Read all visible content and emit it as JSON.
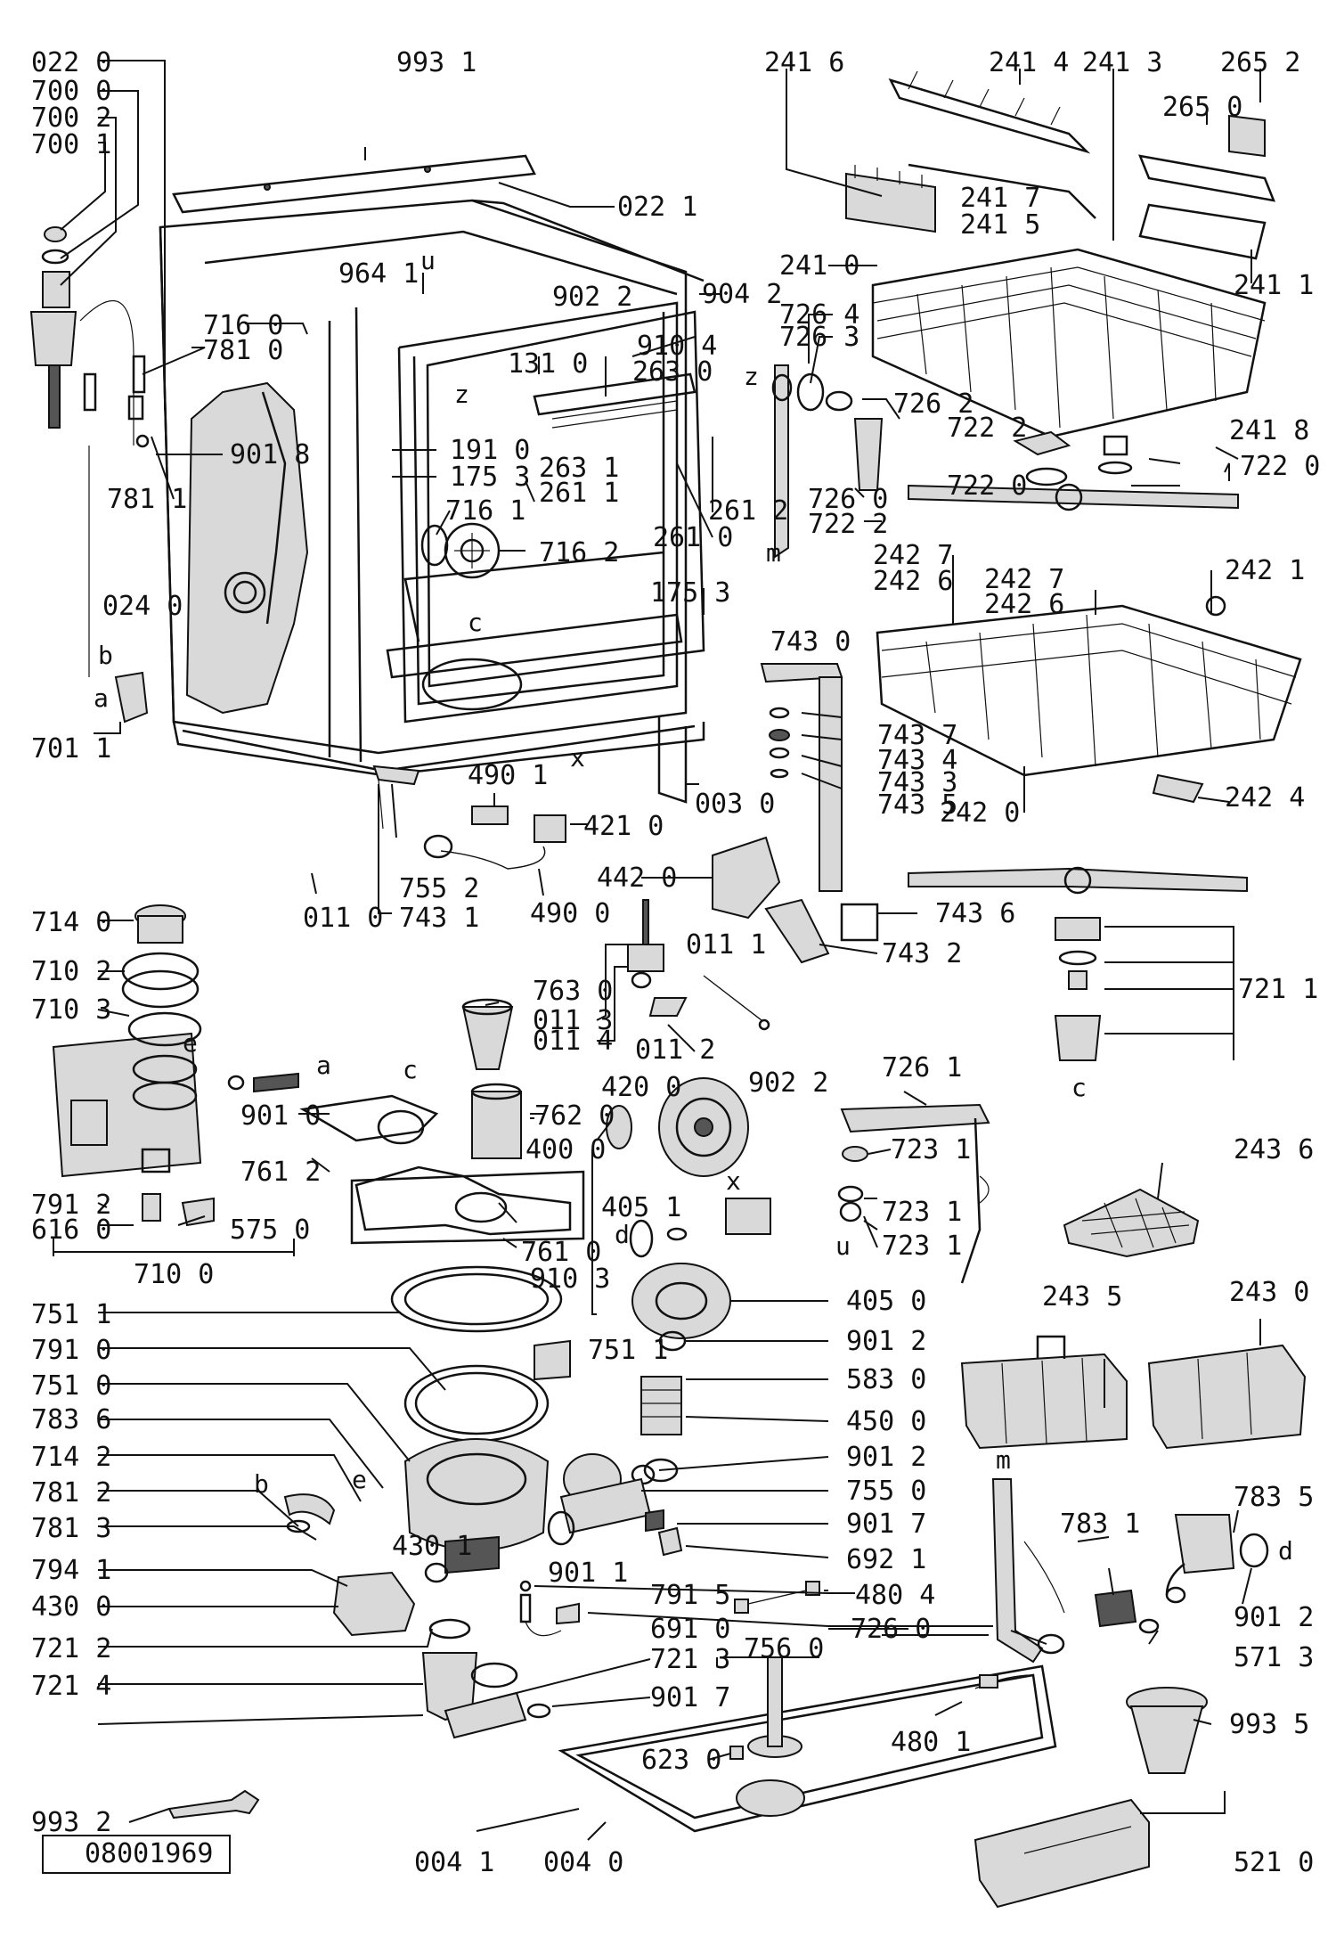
{
  "labels": {
    "l0220": "022 0",
    "l7000": "700 0",
    "l7002": "700 2",
    "l7001": "700 1",
    "l9931": "993 1",
    "l0221": "022 1",
    "l2416": "241 6",
    "l2414": "241 4",
    "l2413": "241 3",
    "l2652": "265 2",
    "l2650": "265 0",
    "l2417": "241 7",
    "l2415": "241 5",
    "l2410": "241 0",
    "l2411": "241 1",
    "l9641": "964 1",
    "l9022": "902 2",
    "l9042": "904 2",
    "l7264": "726 4",
    "l7263": "726 3",
    "l9104": "910 4",
    "l2630": "263 0",
    "l1310": "131 0",
    "l7160": "716 0",
    "l7810": "781 0",
    "l9018": "901 8",
    "l7811": "781 1",
    "l1910": "191 0",
    "l1753": "175 3",
    "l7161": "716 1",
    "l2631": "263 1",
    "l2611": "261 1",
    "l2612": "261 2",
    "l2610": "261 0",
    "l7162": "716 2",
    "l7262": "726 2",
    "l7260": "726 0",
    "l7222": "722 2",
    "l7222b": "722 2",
    "l2418": "241 8",
    "l7220": "722 0",
    "l7220b": "722 0",
    "l1753b": "175 3",
    "l0240": "024 0",
    "l7430": "743 0",
    "l7437": "743 7",
    "l7434": "743 4",
    "l7433": "743 3",
    "l7435": "743 5",
    "l2427": "242 7",
    "l2426": "242 6",
    "l2427b": "242 7",
    "l2426b": "242 6",
    "l2421": "242 1",
    "l2420": "242 0",
    "l2424": "242 4",
    "l7011": "701 1",
    "l4901": "490 1",
    "l4210": "421 0",
    "l0030": "003 0",
    "l7552": "755 2",
    "l7431": "743 1",
    "l0110": "011 0",
    "l4900": "490 0",
    "l4420": "442 0",
    "l7436": "743 6",
    "l7432": "743 2",
    "l7211": "721 1",
    "l7140": "714 0",
    "l7102": "710 2",
    "l7103": "710 3",
    "l7630": "763 0",
    "l0113": "011 3",
    "l0114": "011 4",
    "l0111": "011 1",
    "l0112": "011 2",
    "l9022b": "902 2",
    "l7261": "726 1",
    "l9010": "901 0",
    "l7612": "761 2",
    "l7620": "762 0",
    "l4200": "420 0",
    "l4000": "400 0",
    "l7231": "723 1",
    "l2436": "243 6",
    "l7912": "791 2",
    "l6160": "616 0",
    "l5750": "575 0",
    "l7231b": "723 1",
    "l7231c": "723 1",
    "l4051": "405 1",
    "l7610": "761 0",
    "l9103": "910 3",
    "l7100": "710 0",
    "l7511": "751 1",
    "l4050": "405 0",
    "l2435": "243 5",
    "l2430": "243 0",
    "l7910": "791 0",
    "l7511b": "751 1",
    "l9012": "901 2",
    "l7510": "751 0",
    "l5830": "583 0",
    "l7836": "783 6",
    "l4500": "450 0",
    "l7142": "714 2",
    "l9012b": "901 2",
    "l7812": "781 2",
    "l7550": "755 0",
    "l7835": "783 5",
    "l7813": "781 3",
    "l9017": "901 7",
    "l7831": "783 1",
    "l7941": "794 1",
    "l4301": "430 1",
    "l6921": "692 1",
    "l4300": "430 0",
    "l9011": "901 1",
    "l7915": "791 5",
    "l4804": "480 4",
    "l9012c": "901 2",
    "l6910": "691 0",
    "l7260b": "726 0",
    "l5713": "571 3",
    "l7212": "721 2",
    "l7213": "721 3",
    "l7560": "756 0",
    "l7214": "721 4",
    "l9017b": "901 7",
    "l4801": "480 1",
    "l9935": "993 5",
    "l6230": "623 0",
    "l9932": "993 2",
    "l0041": "004 1",
    "l0040": "004 0",
    "l5210": "521 0"
  },
  "letters": {
    "z1": "z",
    "z2": "z",
    "x1": "x",
    "x2": "x",
    "c1": "c",
    "c2": "c",
    "c3": "c",
    "b1": "b",
    "b2": "b",
    "a1": "a",
    "a2": "a",
    "e1": "e",
    "e2": "e",
    "d1": "d",
    "d2": "d",
    "m1": "m",
    "m2": "m",
    "u1": "u",
    "u2": "u"
  },
  "reference_code": "08001969"
}
